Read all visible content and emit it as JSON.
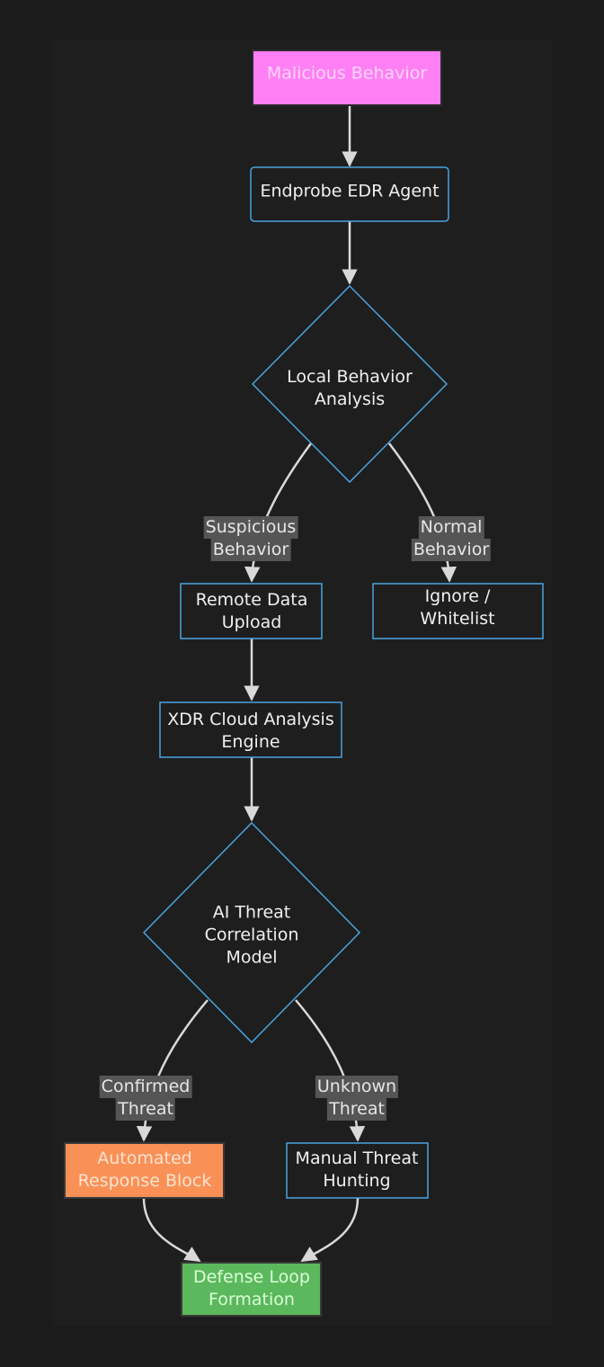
{
  "nodes": {
    "malicious": {
      "label": "Malicious Behavior",
      "fill": "#ff7ff5",
      "stroke": "#2a2a2a",
      "text_color": "#ffd6fb"
    },
    "agent": {
      "label": "Endprobe EDR Agent",
      "stroke": "#4aa3e0"
    },
    "local": {
      "label": "Local Behavior\nAnalysis",
      "stroke": "#4aa3e0"
    },
    "upload": {
      "label": "Remote Data\nUpload",
      "stroke": "#4aa3e0"
    },
    "ignore": {
      "label": "Ignore / Whitelist",
      "stroke": "#4aa3e0"
    },
    "xdr": {
      "label": "XDR Cloud Analysis\nEngine",
      "stroke": "#4aa3e0"
    },
    "ai": {
      "label": "AI Threat\nCorrelation\nModel",
      "stroke": "#4aa3e0"
    },
    "auto": {
      "label": "Automated\nResponse Block",
      "fill": "#f99157",
      "stroke": "#3a3a3a",
      "text_color": "#ffe2cf"
    },
    "manual": {
      "label": "Manual Threat\nHunting",
      "stroke": "#4aa3e0"
    },
    "defense": {
      "label": "Defense Loop\nFormation",
      "fill": "#5cb85c",
      "stroke": "#3a3a3a",
      "text_color": "#d9ffd9"
    }
  },
  "edges": {
    "suspicious": {
      "line1": "Suspicious",
      "line2": "Behavior"
    },
    "normal": {
      "line1": "Normal",
      "line2": "Behavior"
    },
    "confirmed": {
      "line1": "Confirmed",
      "line2": "Threat"
    },
    "unknown": {
      "line1": "Unknown",
      "line2": "Threat"
    }
  },
  "colors": {
    "edge": "#d9d9d9",
    "node_fill": "#1e1e1e",
    "background": "#1b1b1b"
  }
}
